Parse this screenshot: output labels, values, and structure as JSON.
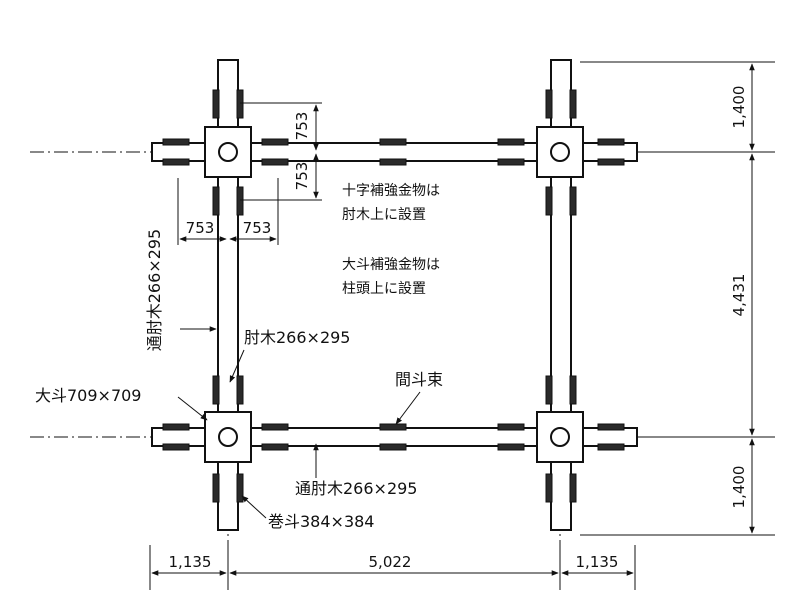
{
  "diagram": {
    "dimensions": {
      "top_span": "1,400",
      "middle_span": "4,431",
      "bottom_span": "1,400",
      "left_span": "1,135",
      "center_span": "5,022",
      "right_span": "1,135",
      "offset_a": "753",
      "offset_b": "753",
      "offset_c": "753",
      "offset_d": "753"
    },
    "labels": {
      "vertical_beam": "通肘木266×295",
      "arm_beam": "肘木266×295",
      "large_bracket": "大斗709×709",
      "intermediate_post": "間斗束",
      "horizontal_beam": "通肘木266×295",
      "wrapped_bracket": "巻斗384×384"
    },
    "notes": {
      "cross_line1": "十字補強金物は",
      "cross_line2": "肘木上に設置",
      "large_line1": "大斗補強金物は",
      "large_line2": "柱頭上に設置"
    }
  }
}
